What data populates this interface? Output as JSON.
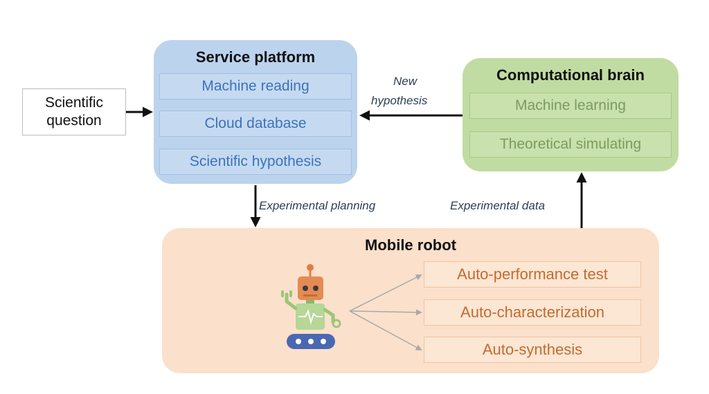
{
  "question": {
    "line1": "Scientific",
    "line2": "question"
  },
  "service_platform": {
    "title": "Service platform",
    "items": [
      "Machine reading",
      "Cloud database",
      "Scientific hypothesis"
    ]
  },
  "computational_brain": {
    "title": "Computational brain",
    "items": [
      "Machine learning",
      "Theoretical simulating"
    ]
  },
  "mobile_robot": {
    "title": "Mobile robot",
    "items": [
      "Auto-performance test",
      "Auto-characterization",
      "Auto-synthesis"
    ]
  },
  "edges": {
    "new_hypothesis_line1": "New",
    "new_hypothesis_line2": "hypothesis",
    "experimental_planning": "Experimental planning",
    "experimental_data": "Experimental data"
  },
  "colors": {
    "service": "#bcd3ee",
    "brain": "#c1dca2",
    "robot": "#fbe0cb",
    "arrow": "#111111"
  },
  "icons": [
    "robot-icon"
  ]
}
